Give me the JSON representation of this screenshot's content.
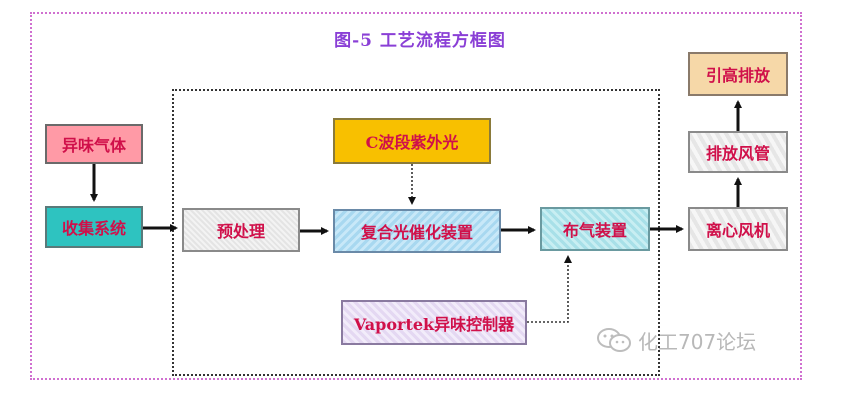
{
  "title": "图-5 工艺流程方框图",
  "boxes": {
    "odor_gas": "异味气体",
    "collection": "收集系统",
    "pretreatment": "预处理",
    "photocatalysis": "复合光催化装置",
    "uvc": "C波段紫外光",
    "gas_distribution": "布气装置",
    "vaportek": "Vaportek异味控制器",
    "centrifugal_fan": "离心风机",
    "exhaust_duct": "排放风管",
    "high_discharge": "引高排放"
  },
  "watermark": "化工707论坛",
  "colors": {
    "text": "#d0104a",
    "title": "#8a3fd6",
    "frame": "#d070d0"
  }
}
